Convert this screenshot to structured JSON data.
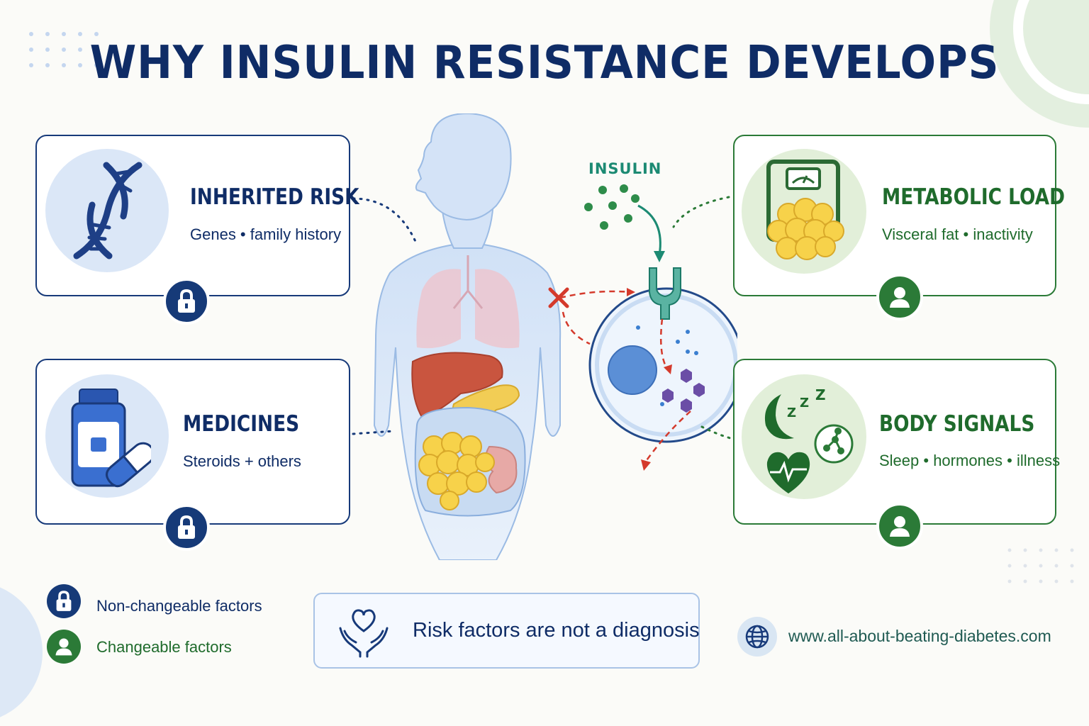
{
  "title": "WHY INSULIN RESISTANCE DEVELOPS",
  "colors": {
    "navy": "#0f2c66",
    "green": "#2b7a37",
    "teal": "#1c8a73",
    "red": "#d43a2c",
    "fat_yellow": "#f7d24a"
  },
  "factors": [
    {
      "title": "INHERITED RISK",
      "subtitle": "Genes • family history",
      "icon": "dna-icon",
      "badge": "lock-icon"
    },
    {
      "title": "MEDICINES",
      "subtitle": "Steroids + others",
      "icon": "medicine-bottle-icon",
      "badge": "lock-icon"
    },
    {
      "title": "METABOLIC LOAD",
      "subtitle": "Visceral fat • inactivity",
      "icon": "scale-fat-icon",
      "badge": "person-icon"
    },
    {
      "title": "BODY SIGNALS",
      "subtitle": "Sleep • hormones • illness",
      "icon": "sleep-heart-molecule-icon",
      "badge": "person-icon"
    }
  ],
  "insulin_label": "INSULIN",
  "legend": [
    {
      "label": "Non-changeable factors",
      "icon": "lock-icon"
    },
    {
      "label": "Changeable factors",
      "icon": "person-icon"
    }
  ],
  "note": "Risk factors are not a diagnosis",
  "website": "www.all-about-beating-diabetes.com"
}
